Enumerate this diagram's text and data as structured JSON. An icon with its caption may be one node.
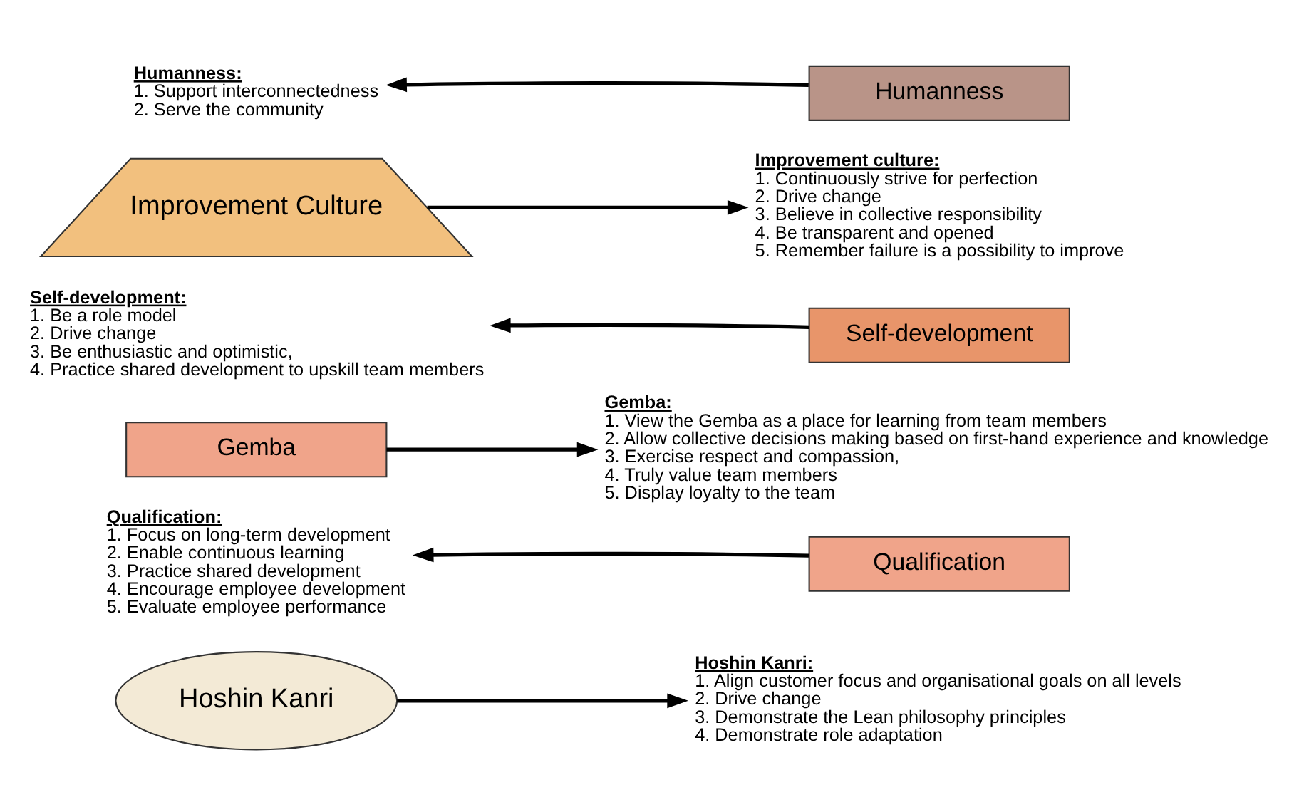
{
  "diagram": {
    "nodes": [
      {
        "text": [
          "Hoshin Kanri"
        ]
      },
      {
        "text": [
          "Qualification"
        ]
      },
      {
        "text": [
          "Gemba"
        ]
      },
      {
        "text": [
          "Self-development"
        ]
      },
      {
        "text": [
          "Improvement Culture"
        ]
      },
      {
        "text": [
          "Humanness"
        ]
      },
      {
        "text": [
          "Hoshin Kanri:",
          "1. Align customer focus and organisational goals on all levels",
          "2. Drive change",
          "3. Demonstrate the Lean philosophy principles",
          "4. Demonstrate role adaptation"
        ]
      },
      {
        "text": [
          "Qualification:",
          "1. Focus on long-term development",
          "2. Enable continuous learning",
          "3. Practice shared development",
          "4. Encourage employee development",
          "5. Evaluate employee performance"
        ]
      },
      {
        "text": [
          "Gemba:",
          "1. View the Gemba as a place for learning from team members",
          "2. Allow collective decisions making based on first-hand experience and knowledge",
          "3. Exercise respect and compassion,",
          "4. Truly value team members",
          "5. Display loyalty to the team"
        ]
      },
      {
        "text": [
          "Self-development:",
          "1. Be a role model",
          "2. Drive change",
          "3. Be enthusiastic and optimistic,",
          "4. Practice shared development to upskill team members"
        ]
      },
      {
        "text": [
          "Improvement culture:",
          "1. Continuously strive for perfection",
          "2. Drive change",
          "3. Believe in collective responsibility",
          "4. Be transparent and opened",
          "5. Remember failure is a possibility to improve"
        ]
      },
      {
        "text": [
          "Humanness:",
          "1. Support interconnectedness",
          "2. Serve the community"
        ]
      }
    ],
    "edges": [
      {
        "from": 0,
        "to": 6,
        "arrow": "to"
      },
      {
        "from": 1,
        "to": 7,
        "arrow": "to"
      },
      {
        "from": 2,
        "to": 8,
        "arrow": "to"
      },
      {
        "from": 3,
        "to": 9,
        "arrow": "to"
      },
      {
        "from": 4,
        "to": 10,
        "arrow": "to"
      },
      {
        "from": 5,
        "to": 11,
        "arrow": "to"
      }
    ]
  }
}
